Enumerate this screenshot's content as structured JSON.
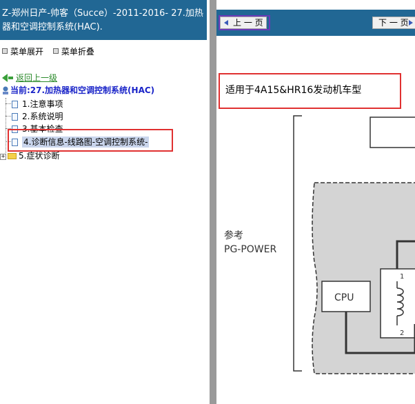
{
  "window": {
    "title": "Z-郑州日产-帅客（Succe）-2011-2016- 27.加热器和空调控制系统(HAC)."
  },
  "menu": {
    "expand_label": "菜单展开",
    "collapse_label": "菜单折叠"
  },
  "nav": {
    "back_label": "返回上一级",
    "current_label": "当前:27.加热器和空调控制系统(HAC)"
  },
  "tree": {
    "items": [
      {
        "label": "1.注意事项"
      },
      {
        "label": "2.系统说明"
      },
      {
        "label": "3.基本检查"
      },
      {
        "label": "4.诊断信息-线路图-空调控制系统-"
      },
      {
        "label": "5.症状诊断"
      }
    ],
    "selected_index": 3
  },
  "viewer": {
    "prev_label": "上 一 页",
    "next_label": "下 一 页",
    "applies_to": "适用于4A15&HR16发动机车型",
    "diagram": {
      "ref_label": "参考",
      "power_label": "PG-POWER",
      "cpu_label": "CPU",
      "pin1": "1",
      "pin2": "2"
    }
  },
  "colors": {
    "title_bg": "#216794",
    "highlight": "#e03030",
    "link": "#2a8a2a",
    "current": "#1a24c8"
  }
}
